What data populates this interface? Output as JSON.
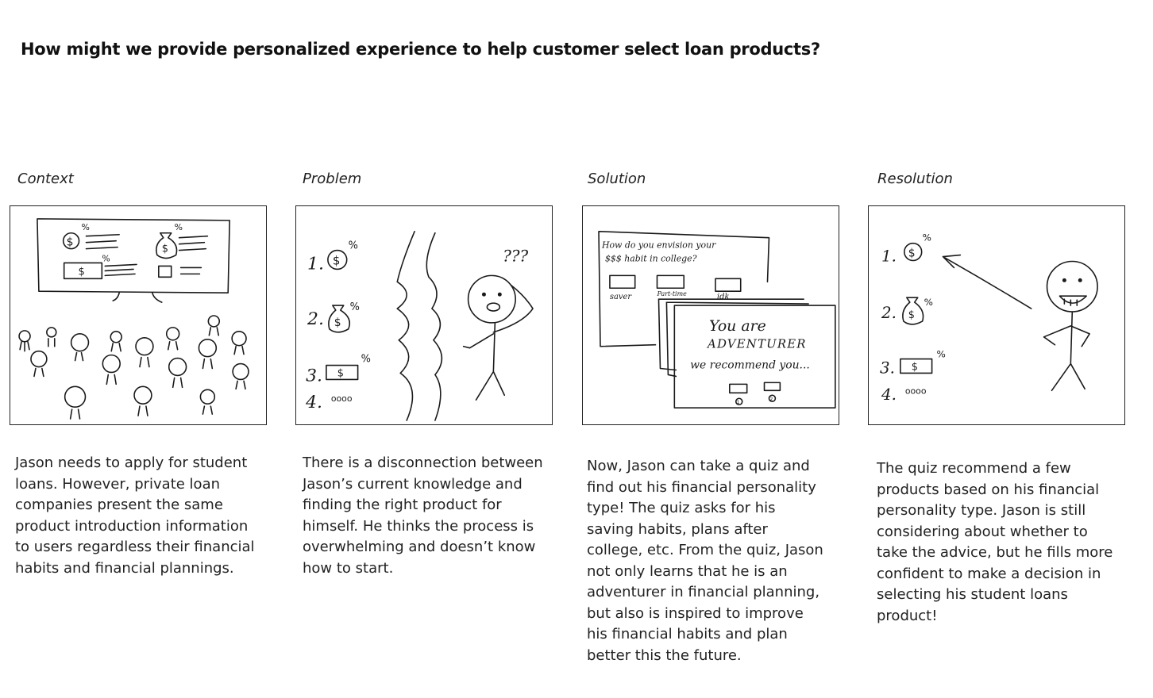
{
  "title": "How might we provide personalized experience to help customer select loan products?",
  "columns": [
    {
      "label": "Context",
      "description": "Jason needs to apply for student loans. However, private loan companies present the same product introduction information to users regardless their financial habits and financial plannings."
    },
    {
      "label": "Problem",
      "description": "There is a disconnection between Jason’s current knowledge and finding the right product for himself. He thinks the process is overwhelming and doesn’t know how to start."
    },
    {
      "label": "Solution",
      "description": "Now, Jason can take a quiz and find out his financial personality type! The quiz asks for his saving habits, plans after college, etc. From the quiz, Jason not only learns that he is an adventurer in financial planning, but also is inspired to improve his financial habits and plan better this the future."
    },
    {
      "label": "Resolution",
      "description": "The quiz recommend a few products based on his financial personality type. Jason is still considering about whether to take the advice, but he fills more confident to make a decision in selecting his student loans product!"
    }
  ],
  "sketch_text": {
    "problem": {
      "n1": "1.",
      "n2": "2.",
      "n3": "3.",
      "n4": "4.",
      "dots": "oooo",
      "question": "???",
      "pct": "%"
    },
    "solution": {
      "q_line1": "How do you envision your",
      "q_line2": "$$$ habit in college?",
      "opt1": "saver",
      "opt2": "Part-time",
      "opt3": "idk",
      "r_line1": "You are",
      "r_line2": "ADVENTURER",
      "r_line3": "we recommend you...",
      "b1": "1",
      "b2": "2"
    },
    "resolution": {
      "n1": "1.",
      "n2": "2.",
      "n3": "3.",
      "n4": "4.",
      "dots": "oooo",
      "pct": "%"
    },
    "context": {
      "dollar": "$",
      "pct": "%"
    }
  }
}
